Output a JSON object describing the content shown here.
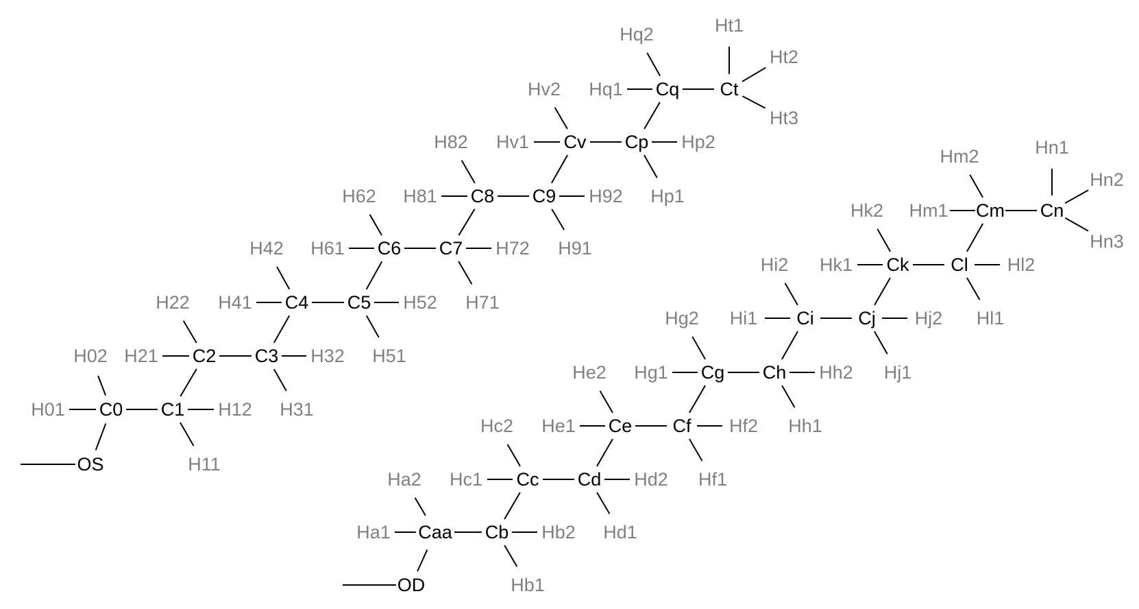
{
  "colors": {
    "heavy_atom": "#000000",
    "hydrogen_atom": "#808080",
    "bond": "#000000",
    "background": "#ffffff"
  },
  "atoms": [
    {
      "id": "OS",
      "label": "OS",
      "kind": "heavy"
    },
    {
      "id": "C0",
      "label": "C0",
      "kind": "heavy"
    },
    {
      "id": "H01",
      "label": "H01",
      "kind": "hydrogen"
    },
    {
      "id": "H02",
      "label": "H02",
      "kind": "hydrogen"
    },
    {
      "id": "C1",
      "label": "C1",
      "kind": "heavy"
    },
    {
      "id": "H11",
      "label": "H11",
      "kind": "hydrogen"
    },
    {
      "id": "H12",
      "label": "H12",
      "kind": "hydrogen"
    },
    {
      "id": "C2",
      "label": "C2",
      "kind": "heavy"
    },
    {
      "id": "H21",
      "label": "H21",
      "kind": "hydrogen"
    },
    {
      "id": "H22",
      "label": "H22",
      "kind": "hydrogen"
    },
    {
      "id": "C3",
      "label": "C3",
      "kind": "heavy"
    },
    {
      "id": "H31",
      "label": "H31",
      "kind": "hydrogen"
    },
    {
      "id": "H32",
      "label": "H32",
      "kind": "hydrogen"
    },
    {
      "id": "C4",
      "label": "C4",
      "kind": "heavy"
    },
    {
      "id": "H41",
      "label": "H41",
      "kind": "hydrogen"
    },
    {
      "id": "H42",
      "label": "H42",
      "kind": "hydrogen"
    },
    {
      "id": "C5",
      "label": "C5",
      "kind": "heavy"
    },
    {
      "id": "H51",
      "label": "H51",
      "kind": "hydrogen"
    },
    {
      "id": "H52",
      "label": "H52",
      "kind": "hydrogen"
    },
    {
      "id": "C6",
      "label": "C6",
      "kind": "heavy"
    },
    {
      "id": "H61",
      "label": "H61",
      "kind": "hydrogen"
    },
    {
      "id": "H62",
      "label": "H62",
      "kind": "hydrogen"
    },
    {
      "id": "C7",
      "label": "C7",
      "kind": "heavy"
    },
    {
      "id": "H71",
      "label": "H71",
      "kind": "hydrogen"
    },
    {
      "id": "H72",
      "label": "H72",
      "kind": "hydrogen"
    },
    {
      "id": "C8",
      "label": "C8",
      "kind": "heavy"
    },
    {
      "id": "H81",
      "label": "H81",
      "kind": "hydrogen"
    },
    {
      "id": "H82",
      "label": "H82",
      "kind": "hydrogen"
    },
    {
      "id": "C9",
      "label": "C9",
      "kind": "heavy"
    },
    {
      "id": "H91",
      "label": "H91",
      "kind": "hydrogen"
    },
    {
      "id": "H92",
      "label": "H92",
      "kind": "hydrogen"
    },
    {
      "id": "Cv",
      "label": "Cv",
      "kind": "heavy"
    },
    {
      "id": "Hv1",
      "label": "Hv1",
      "kind": "hydrogen"
    },
    {
      "id": "Hv2",
      "label": "Hv2",
      "kind": "hydrogen"
    },
    {
      "id": "Cp",
      "label": "Cp",
      "kind": "heavy"
    },
    {
      "id": "Hp1",
      "label": "Hp1",
      "kind": "hydrogen"
    },
    {
      "id": "Hp2",
      "label": "Hp2",
      "kind": "hydrogen"
    },
    {
      "id": "Cq",
      "label": "Cq",
      "kind": "heavy"
    },
    {
      "id": "Hq1",
      "label": "Hq1",
      "kind": "hydrogen"
    },
    {
      "id": "Hq2",
      "label": "Hq2",
      "kind": "hydrogen"
    },
    {
      "id": "Ct",
      "label": "Ct",
      "kind": "heavy"
    },
    {
      "id": "Ht1",
      "label": "Ht1",
      "kind": "hydrogen"
    },
    {
      "id": "Ht2",
      "label": "Ht2",
      "kind": "hydrogen"
    },
    {
      "id": "Ht3",
      "label": "Ht3",
      "kind": "hydrogen"
    },
    {
      "id": "OD",
      "label": "OD",
      "kind": "heavy"
    },
    {
      "id": "Caa",
      "label": "Caa",
      "kind": "heavy"
    },
    {
      "id": "Ha1",
      "label": "Ha1",
      "kind": "hydrogen"
    },
    {
      "id": "Ha2",
      "label": "Ha2",
      "kind": "hydrogen"
    },
    {
      "id": "Cb",
      "label": "Cb",
      "kind": "heavy"
    },
    {
      "id": "Hb1",
      "label": "Hb1",
      "kind": "hydrogen"
    },
    {
      "id": "Hb2",
      "label": "Hb2",
      "kind": "hydrogen"
    },
    {
      "id": "Cc",
      "label": "Cc",
      "kind": "heavy"
    },
    {
      "id": "Hc1",
      "label": "Hc1",
      "kind": "hydrogen"
    },
    {
      "id": "Hc2",
      "label": "Hc2",
      "kind": "hydrogen"
    },
    {
      "id": "Cd",
      "label": "Cd",
      "kind": "heavy"
    },
    {
      "id": "Hd1",
      "label": "Hd1",
      "kind": "hydrogen"
    },
    {
      "id": "Hd2",
      "label": "Hd2",
      "kind": "hydrogen"
    },
    {
      "id": "Ce",
      "label": "Ce",
      "kind": "heavy"
    },
    {
      "id": "He1",
      "label": "He1",
      "kind": "hydrogen"
    },
    {
      "id": "He2",
      "label": "He2",
      "kind": "hydrogen"
    },
    {
      "id": "Cf",
      "label": "Cf",
      "kind": "heavy"
    },
    {
      "id": "Hf1",
      "label": "Hf1",
      "kind": "hydrogen"
    },
    {
      "id": "Hf2",
      "label": "Hf2",
      "kind": "hydrogen"
    },
    {
      "id": "Cg",
      "label": "Cg",
      "kind": "heavy"
    },
    {
      "id": "Hg1",
      "label": "Hg1",
      "kind": "hydrogen"
    },
    {
      "id": "Hg2",
      "label": "Hg2",
      "kind": "hydrogen"
    },
    {
      "id": "Ch",
      "label": "Ch",
      "kind": "heavy"
    },
    {
      "id": "Hh1",
      "label": "Hh1",
      "kind": "hydrogen"
    },
    {
      "id": "Hh2",
      "label": "Hh2",
      "kind": "hydrogen"
    },
    {
      "id": "Ci",
      "label": "Ci",
      "kind": "heavy"
    },
    {
      "id": "Hi1",
      "label": "Hi1",
      "kind": "hydrogen"
    },
    {
      "id": "Hi2",
      "label": "Hi2",
      "kind": "hydrogen"
    },
    {
      "id": "Cj",
      "label": "Cj",
      "kind": "heavy"
    },
    {
      "id": "Hj1",
      "label": "Hj1",
      "kind": "hydrogen"
    },
    {
      "id": "Hj2",
      "label": "Hj2",
      "kind": "hydrogen"
    },
    {
      "id": "Ck",
      "label": "Ck",
      "kind": "heavy"
    },
    {
      "id": "Hk1",
      "label": "Hk1",
      "kind": "hydrogen"
    },
    {
      "id": "Hk2",
      "label": "Hk2",
      "kind": "hydrogen"
    },
    {
      "id": "Cl",
      "label": "Cl",
      "kind": "heavy"
    },
    {
      "id": "Hl1",
      "label": "Hl1",
      "kind": "hydrogen"
    },
    {
      "id": "Hl2",
      "label": "Hl2",
      "kind": "hydrogen"
    },
    {
      "id": "Cm",
      "label": "Cm",
      "kind": "heavy"
    },
    {
      "id": "Hm1",
      "label": "Hm1",
      "kind": "hydrogen"
    },
    {
      "id": "Hm2",
      "label": "Hm2",
      "kind": "hydrogen"
    },
    {
      "id": "Cn",
      "label": "Cn",
      "kind": "heavy"
    },
    {
      "id": "Hn1",
      "label": "Hn1",
      "kind": "hydrogen"
    },
    {
      "id": "Hn2",
      "label": "Hn2",
      "kind": "hydrogen"
    },
    {
      "id": "Hn3",
      "label": "Hn3",
      "kind": "hydrogen"
    }
  ],
  "bonds": [
    [
      "OS",
      "C0"
    ],
    [
      "C0",
      "H01"
    ],
    [
      "C0",
      "H02"
    ],
    [
      "C0",
      "C1"
    ],
    [
      "C1",
      "H11"
    ],
    [
      "C1",
      "H12"
    ],
    [
      "C1",
      "C2"
    ],
    [
      "C2",
      "H21"
    ],
    [
      "C2",
      "H22"
    ],
    [
      "C2",
      "C3"
    ],
    [
      "C3",
      "H31"
    ],
    [
      "C3",
      "H32"
    ],
    [
      "C3",
      "C4"
    ],
    [
      "C4",
      "H41"
    ],
    [
      "C4",
      "H42"
    ],
    [
      "C4",
      "C5"
    ],
    [
      "C5",
      "H51"
    ],
    [
      "C5",
      "H52"
    ],
    [
      "C5",
      "C6"
    ],
    [
      "C6",
      "H61"
    ],
    [
      "C6",
      "H62"
    ],
    [
      "C6",
      "C7"
    ],
    [
      "C7",
      "H71"
    ],
    [
      "C7",
      "H72"
    ],
    [
      "C7",
      "C8"
    ],
    [
      "C8",
      "H81"
    ],
    [
      "C8",
      "H82"
    ],
    [
      "C8",
      "C9"
    ],
    [
      "C9",
      "H91"
    ],
    [
      "C9",
      "H92"
    ],
    [
      "C9",
      "Cv"
    ],
    [
      "Cv",
      "Hv1"
    ],
    [
      "Cv",
      "Hv2"
    ],
    [
      "Cv",
      "Cp"
    ],
    [
      "Cp",
      "Hp1"
    ],
    [
      "Cp",
      "Hp2"
    ],
    [
      "Cp",
      "Cq"
    ],
    [
      "Cq",
      "Hq1"
    ],
    [
      "Cq",
      "Hq2"
    ],
    [
      "Cq",
      "Ct"
    ],
    [
      "Ct",
      "Ht1"
    ],
    [
      "Ct",
      "Ht2"
    ],
    [
      "Ct",
      "Ht3"
    ],
    [
      "OD",
      "Caa"
    ],
    [
      "Caa",
      "Ha1"
    ],
    [
      "Caa",
      "Ha2"
    ],
    [
      "Caa",
      "Cb"
    ],
    [
      "Cb",
      "Hb1"
    ],
    [
      "Cb",
      "Hb2"
    ],
    [
      "Cb",
      "Cc"
    ],
    [
      "Cc",
      "Hc1"
    ],
    [
      "Cc",
      "Hc2"
    ],
    [
      "Cc",
      "Cd"
    ],
    [
      "Cd",
      "Hd1"
    ],
    [
      "Cd",
      "Hd2"
    ],
    [
      "Cd",
      "Ce"
    ],
    [
      "Ce",
      "He1"
    ],
    [
      "Ce",
      "He2"
    ],
    [
      "Ce",
      "Cf"
    ],
    [
      "Cf",
      "Hf1"
    ],
    [
      "Cf",
      "Hf2"
    ],
    [
      "Cf",
      "Cg"
    ],
    [
      "Cg",
      "Hg1"
    ],
    [
      "Cg",
      "Hg2"
    ],
    [
      "Cg",
      "Ch"
    ],
    [
      "Ch",
      "Hh1"
    ],
    [
      "Ch",
      "Hh2"
    ],
    [
      "Ch",
      "Ci"
    ],
    [
      "Ci",
      "Hi1"
    ],
    [
      "Ci",
      "Hi2"
    ],
    [
      "Ci",
      "Cj"
    ],
    [
      "Cj",
      "Hj1"
    ],
    [
      "Cj",
      "Hj2"
    ],
    [
      "Cj",
      "Ck"
    ],
    [
      "Ck",
      "Hk1"
    ],
    [
      "Ck",
      "Hk2"
    ],
    [
      "Ck",
      "Cl"
    ],
    [
      "Cl",
      "Hl1"
    ],
    [
      "Cl",
      "Hl2"
    ],
    [
      "Cl",
      "Cm"
    ],
    [
      "Cm",
      "Hm1"
    ],
    [
      "Cm",
      "Hm2"
    ],
    [
      "Cm",
      "Cn"
    ],
    [
      "Cn",
      "Hn1"
    ],
    [
      "Cn",
      "Hn2"
    ],
    [
      "Cn",
      "Hn3"
    ]
  ],
  "open_bonds": [
    "OS",
    "OD"
  ]
}
